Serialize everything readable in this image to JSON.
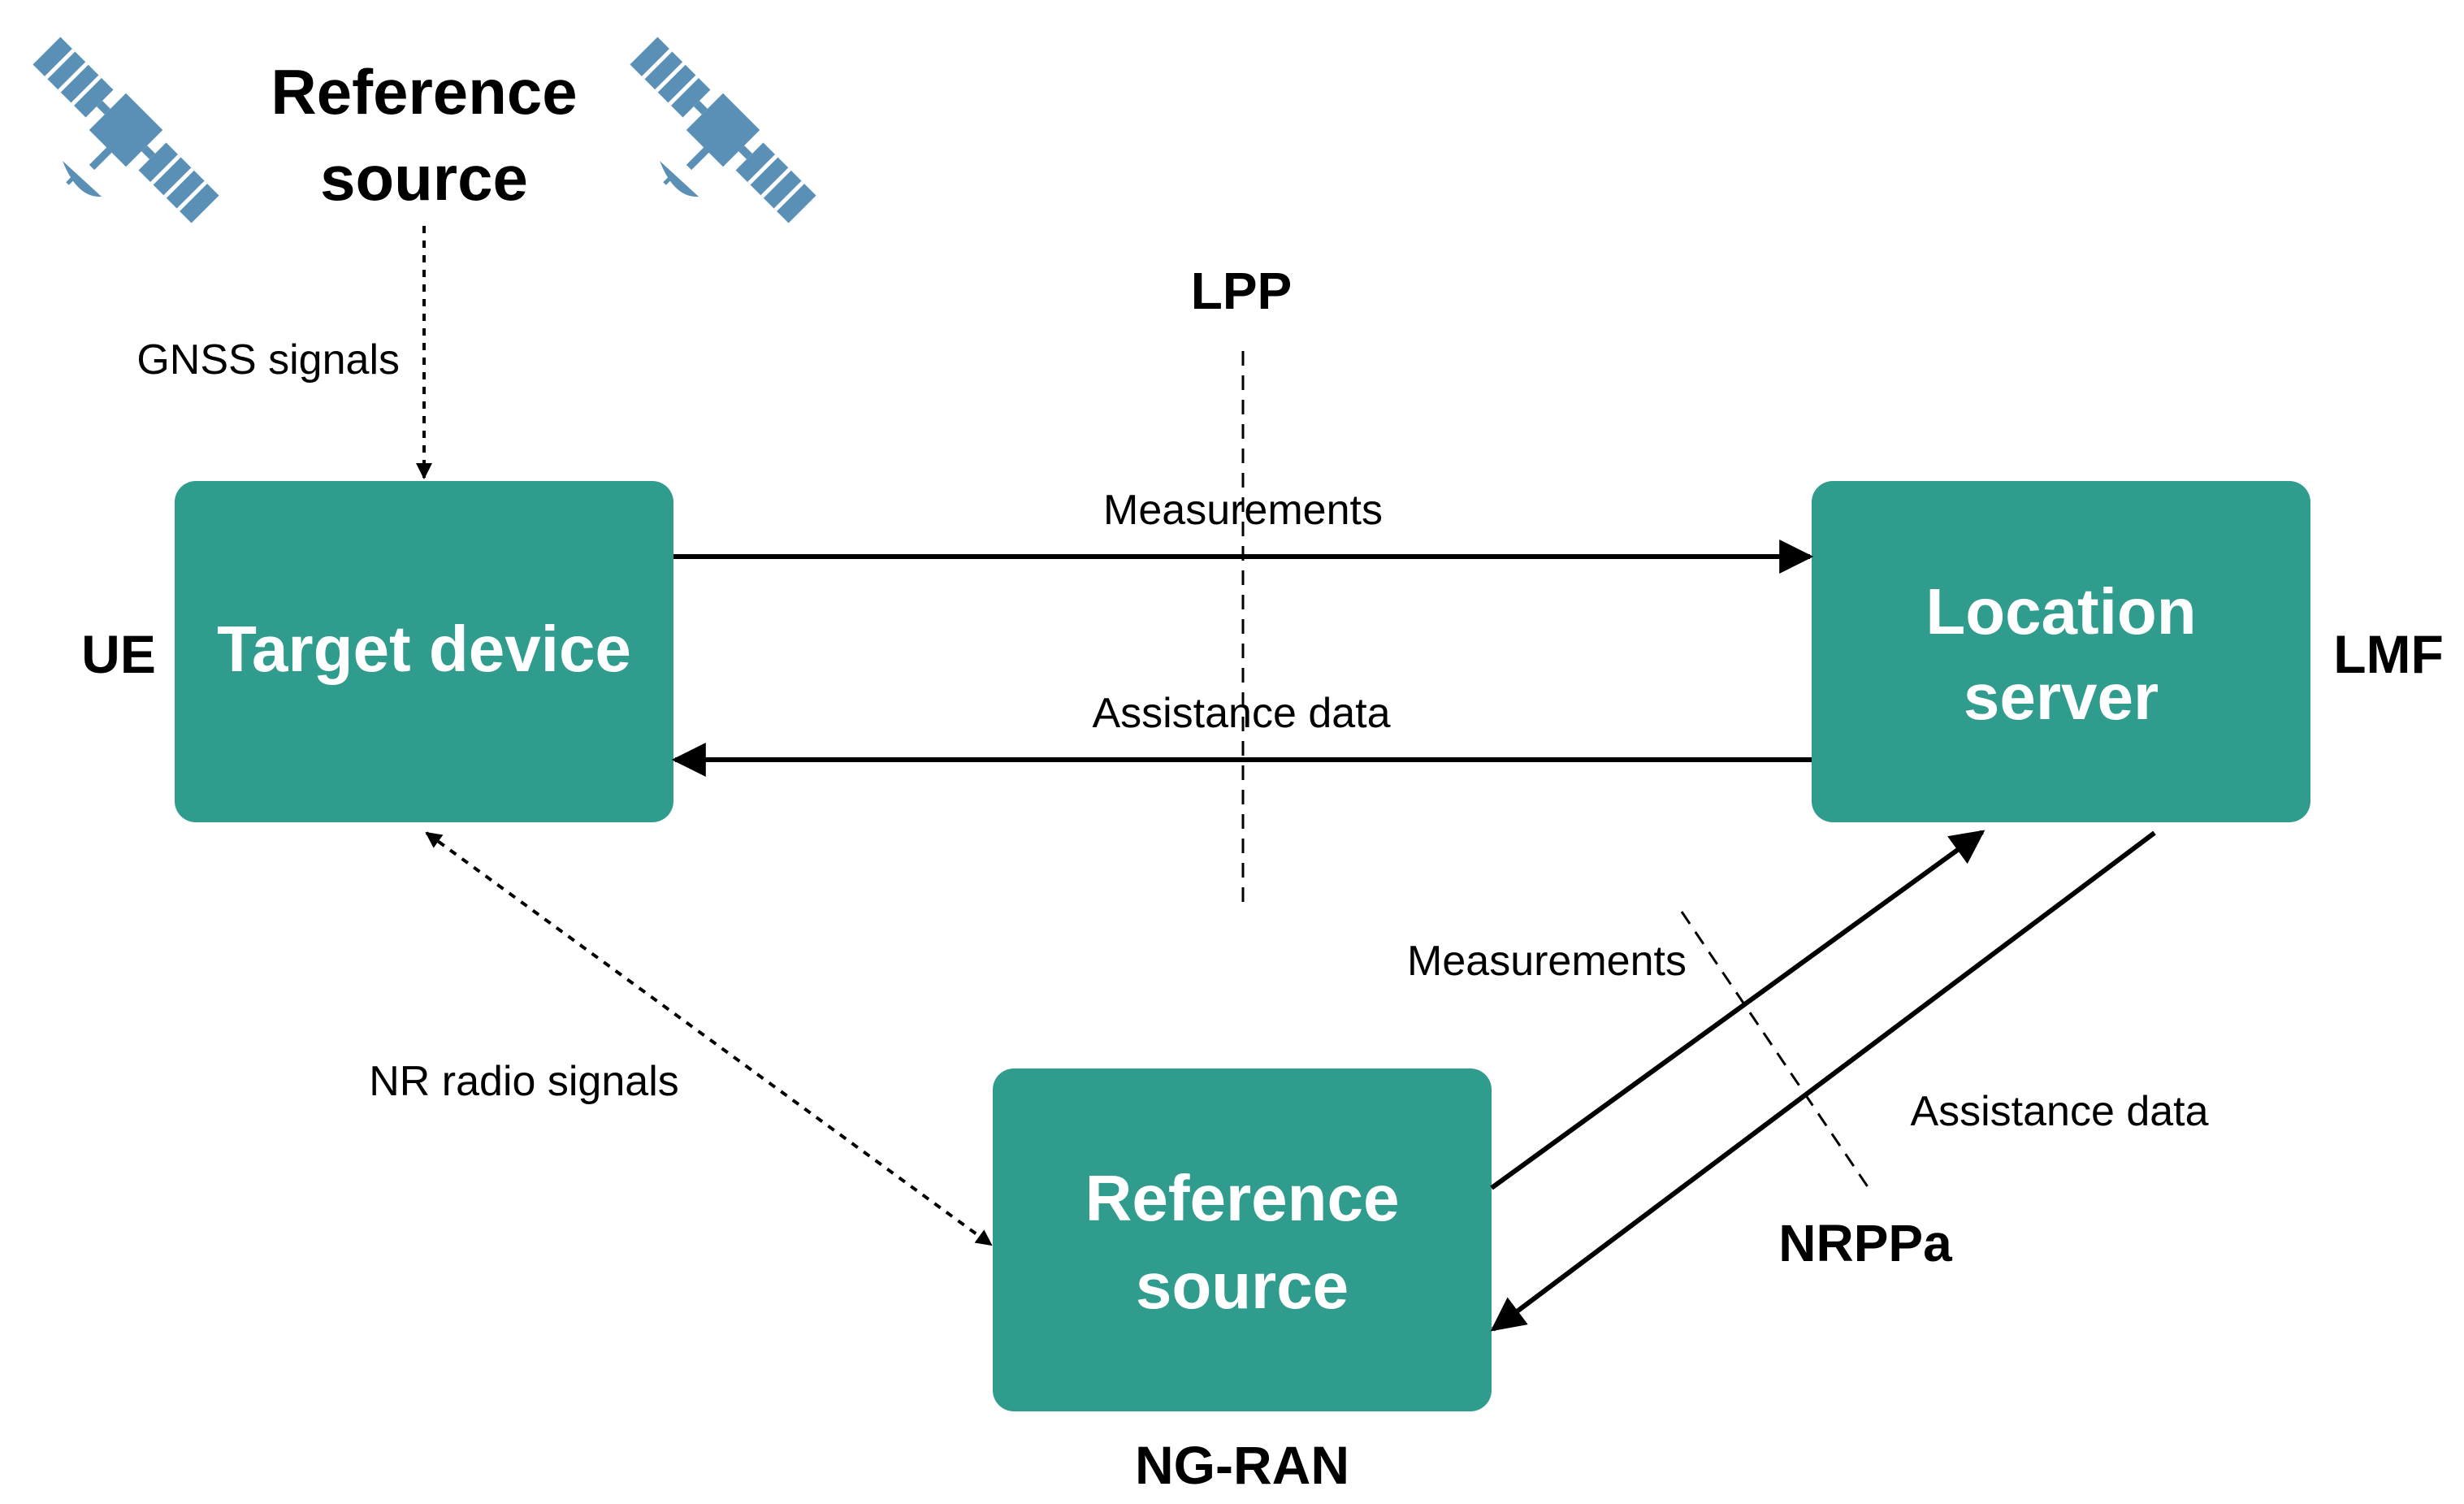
{
  "colors": {
    "box_fill": "#2F9C8D",
    "box_text": "#FFFFFF",
    "satellite": "#5A90B6",
    "line": "#000000",
    "background": "#FFFFFF"
  },
  "top": {
    "reference_source_line1": "Reference",
    "reference_source_line2": "source",
    "satellite_icons": [
      "satellite-icon",
      "satellite-icon"
    ],
    "gnss_signals": "GNSS signals"
  },
  "boxes": {
    "target_device": {
      "label": "Target device",
      "side_label": "UE"
    },
    "location_server": {
      "label_line1": "Location",
      "label_line2": "server",
      "side_label": "LMF"
    },
    "reference_source": {
      "label_line1": "Reference",
      "label_line2": "source",
      "bottom_label": "NG-RAN"
    }
  },
  "protocols": {
    "lpp": "LPP",
    "nrppa": "NRPPa"
  },
  "arrows": {
    "ue_to_lmf": "Measurements",
    "lmf_to_ue": "Assistance data",
    "ngran_to_lmf": "Measurements",
    "lmf_to_ngran": "Assistance data",
    "nr_radio": "NR radio signals"
  }
}
